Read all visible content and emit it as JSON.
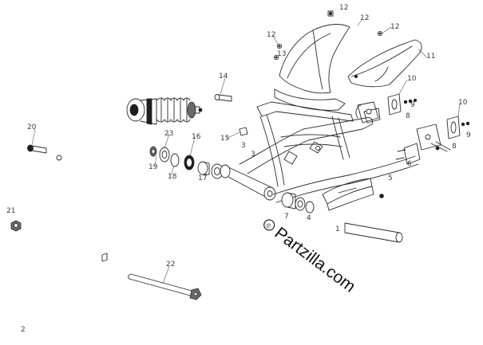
{
  "watermark": {
    "copyright_symbol": "©",
    "text": "Partzilla.com"
  },
  "callouts": [
    {
      "id": "c-12a",
      "label": "12"
    },
    {
      "id": "c-12b",
      "label": "12"
    },
    {
      "id": "c-12c",
      "label": "12"
    },
    {
      "id": "c-12d",
      "label": "12"
    },
    {
      "id": "c-11",
      "label": "11"
    },
    {
      "id": "c-13",
      "label": "13"
    },
    {
      "id": "c-10a",
      "label": "10"
    },
    {
      "id": "c-10b",
      "label": "10"
    },
    {
      "id": "c-9a",
      "label": "9"
    },
    {
      "id": "c-9b",
      "label": "9"
    },
    {
      "id": "c-8a",
      "label": "8"
    },
    {
      "id": "c-8b",
      "label": "8"
    },
    {
      "id": "c-14",
      "label": "14"
    },
    {
      "id": "c-15",
      "label": "15"
    },
    {
      "id": "c-16",
      "label": "16"
    },
    {
      "id": "c-17",
      "label": "17"
    },
    {
      "id": "c-18",
      "label": "18"
    },
    {
      "id": "c-19",
      "label": "19"
    },
    {
      "id": "c-20",
      "label": "20"
    },
    {
      "id": "c-21",
      "label": "21"
    },
    {
      "id": "c-22",
      "label": "22"
    },
    {
      "id": "c-23",
      "label": "23"
    },
    {
      "id": "c-3a",
      "label": "3"
    },
    {
      "id": "c-3b",
      "label": "3"
    },
    {
      "id": "c-4",
      "label": "4"
    },
    {
      "id": "c-5",
      "label": "5"
    },
    {
      "id": "c-6",
      "label": "6"
    },
    {
      "id": "c-7",
      "label": "7"
    },
    {
      "id": "c-1",
      "label": "1"
    },
    {
      "id": "c-2",
      "label": "2"
    }
  ]
}
